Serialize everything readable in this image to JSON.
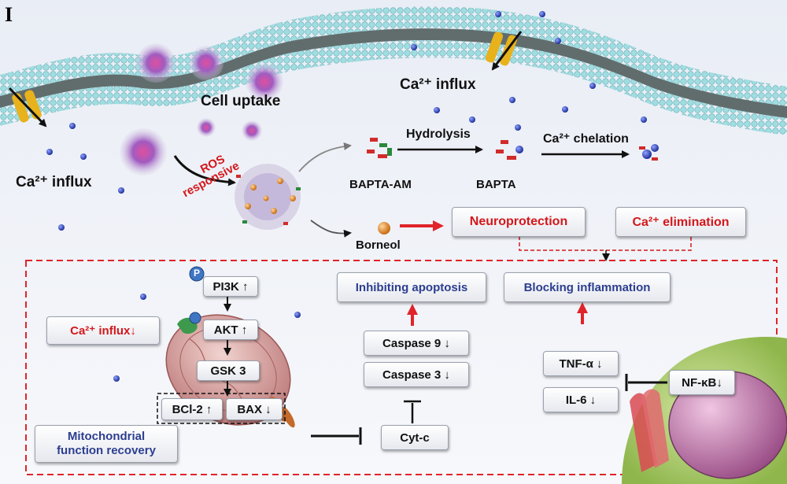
{
  "panel_label": "I",
  "top": {
    "cell_uptake": "Cell uptake",
    "ca_influx_right": "Ca²⁺ influx",
    "ca_influx_left": "Ca²⁺ influx",
    "ros_line1": "ROS",
    "ros_line2": "responsive",
    "hydrolysis": "Hydrolysis",
    "ca_chelation": "Ca²⁺ chelation",
    "bapta_am": "BAPTA-AM",
    "bapta": "BAPTA",
    "borneol": "Borneol",
    "neuroprotection": "Neuroprotection",
    "ca_elimination": "Ca²⁺ elimination"
  },
  "pathway": {
    "p_badge": "P",
    "pi3k": "PI3K ↑",
    "akt": "AKT ↑",
    "gsk3": "GSK 3",
    "bcl2": "BCl-2 ↑",
    "bax": "BAX ↓",
    "ca_influx_down": "Ca²⁺ influx↓",
    "mito_line1": "Mitochondrial",
    "mito_line2": "function recovery",
    "cytc": "Cyt-c",
    "caspase9": "Caspase 9 ↓",
    "caspase3": "Caspase 3 ↓",
    "inhibiting_apoptosis": "Inhibiting apoptosis",
    "blocking_inflammation": "Blocking inflammation",
    "tnf": "TNF-α ↓",
    "il6": "IL-6  ↓",
    "nfkb": "NF-κB↓"
  },
  "colors": {
    "membrane_head": "#8fd3d8",
    "membrane_tail": "#2f3a3d",
    "channel": "#e8b21c",
    "ion": "#2a3fb0",
    "red_accent": "#d4171b",
    "blue_text": "#2c3e8f",
    "nanoparticle": "#8a5fb3",
    "borneol": "#e8952b",
    "mito": "#c98a8a",
    "cell_nucleus": "#c57bb1",
    "cell_body": "#b8d67a"
  }
}
